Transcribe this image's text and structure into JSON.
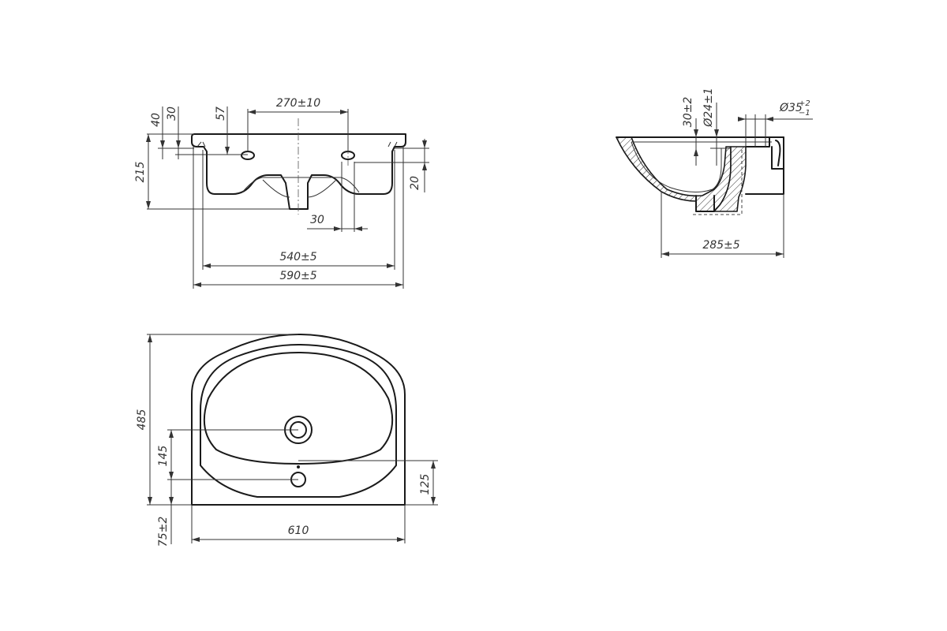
{
  "dimensions": {
    "front": {
      "d40": "40",
      "d30": "30",
      "d57": "57",
      "d270": "270±10",
      "d215": "215",
      "d20": "20",
      "d30b": "30",
      "d540": "540±5",
      "d590": "590±5"
    },
    "side": {
      "d30_2": "30±2",
      "d24": "Ø24±1",
      "d35_base": "Ø35",
      "d35_upper": "+2",
      "d35_lower": "−1",
      "d285": "285±5"
    },
    "top": {
      "d485": "485",
      "d145": "145",
      "d75": "75±2",
      "d125": "125",
      "d610": "610"
    }
  }
}
